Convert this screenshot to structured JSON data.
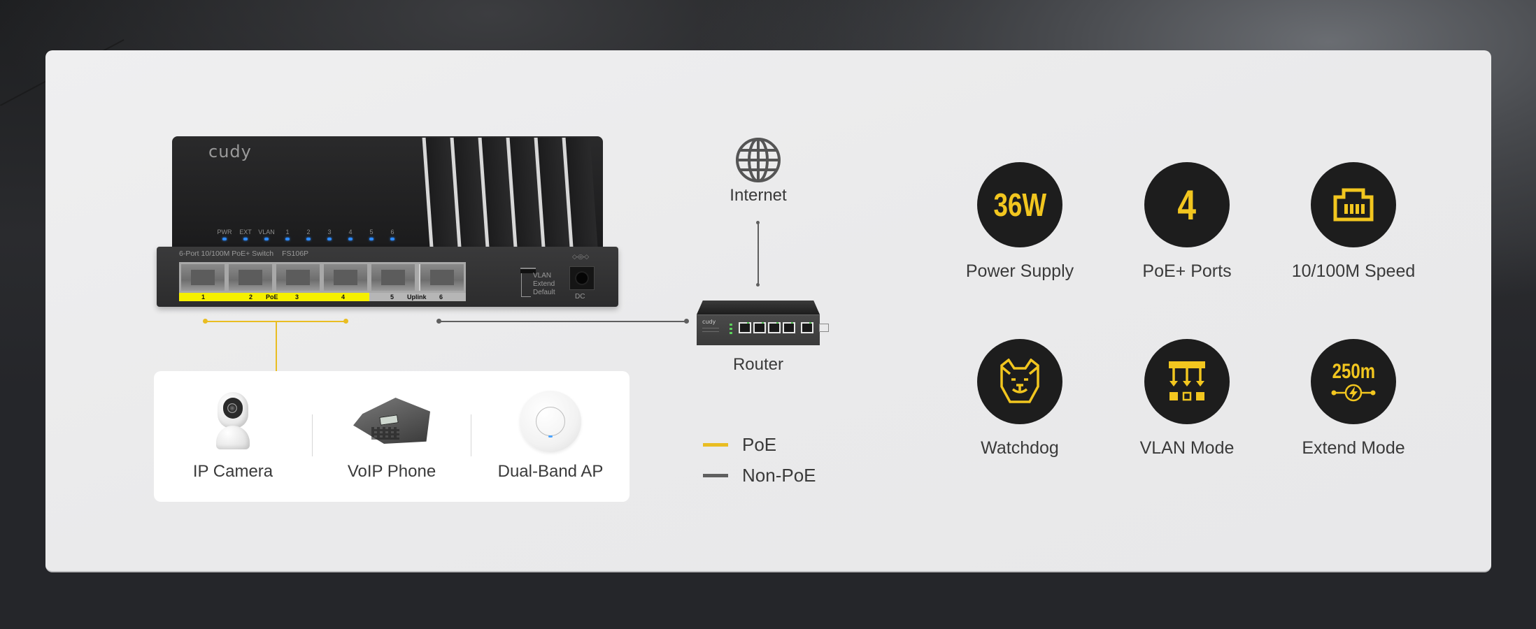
{
  "switch": {
    "brand": "cudy",
    "model_text": "6-Port 10/100M PoE+ Switch",
    "model_code": "FS106P",
    "leds": [
      "PWR",
      "EXT",
      "VLAN",
      "1",
      "2",
      "3",
      "4",
      "5",
      "6"
    ],
    "port_bar": {
      "poe_labels": [
        "1",
        "2",
        "PoE",
        "3",
        "4"
      ],
      "uplink_labels": [
        "5",
        "Uplink",
        "6"
      ]
    },
    "mode_switch": [
      "VLAN",
      "Extend",
      "Default"
    ],
    "dc_label": "DC",
    "dc_symbol": "◇-◎-◇"
  },
  "internet": {
    "label": "Internet",
    "icon": "globe-icon"
  },
  "router": {
    "label": "Router",
    "brand": "cudy"
  },
  "devices": [
    {
      "label": "IP Camera",
      "icon": "ip-camera-icon"
    },
    {
      "label": "VoIP Phone",
      "icon": "voip-phone-icon"
    },
    {
      "label": "Dual-Band AP",
      "icon": "access-point-icon"
    }
  ],
  "legend": [
    {
      "label": "PoE",
      "color": "#e9bd22"
    },
    {
      "label": "Non-PoE",
      "color": "#5f5f5f"
    }
  ],
  "features": [
    {
      "value": "36W",
      "label": "Power Supply",
      "icon": "text"
    },
    {
      "value": "4",
      "label": "PoE+ Ports",
      "icon": "text"
    },
    {
      "value": "",
      "label": "10/100M Speed",
      "icon": "ethernet-port-icon"
    },
    {
      "value": "",
      "label": "Watchdog",
      "icon": "dog-icon"
    },
    {
      "value": "",
      "label": "VLAN Mode",
      "icon": "vlan-icon"
    },
    {
      "value": "250m",
      "label": "Extend Mode",
      "icon": "extend-distance-icon"
    }
  ],
  "colors": {
    "accent_yellow": "#f2c61f",
    "poe_line": "#e9bd22",
    "nonpoe_line": "#5f5f5f",
    "panel": "#ebebec",
    "circle": "#1d1d1d",
    "text": "#3a3a3a"
  }
}
